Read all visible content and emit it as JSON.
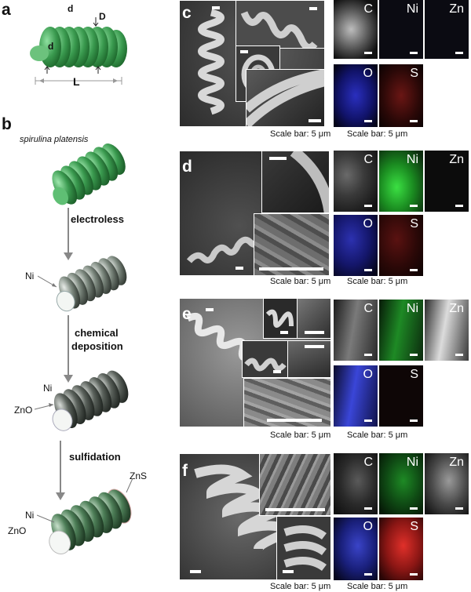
{
  "panels": {
    "a": "a",
    "b": "b",
    "c": "c",
    "d": "d",
    "e": "e",
    "f": "f"
  },
  "panel_a": {
    "label_d_top": "d",
    "label_D": "D",
    "label_d_inner": "d",
    "label_L": "L"
  },
  "panel_b": {
    "species": "spirulina platensis",
    "steps": [
      "electroless",
      "chemical",
      "deposition",
      "sulfidation"
    ],
    "layers": {
      "ni1": "Ni",
      "ni2": "Ni",
      "zno2": "ZnO",
      "ni3": "Ni",
      "zno3": "ZnO",
      "zns3": "ZnS"
    }
  },
  "scale_caption": "Scale bar: 5 μm",
  "elements": {
    "c": [
      "C",
      "Ni",
      "Zn",
      "O",
      "S"
    ],
    "d": [
      "C",
      "Ni",
      "Zn",
      "O",
      "S"
    ],
    "e": [
      "C",
      "Ni",
      "Zn",
      "O",
      "S"
    ],
    "f": [
      "C",
      "Ni",
      "Zn",
      "O",
      "S"
    ]
  },
  "colors": {
    "spirulina_green": "#3a9a4f",
    "ni_green": "#2fbf3a",
    "o_blue": "#2a2fbf",
    "s_red": "#b3201d",
    "map_dark": "#0b0b12",
    "sem_gray": "#8a8a8a"
  }
}
